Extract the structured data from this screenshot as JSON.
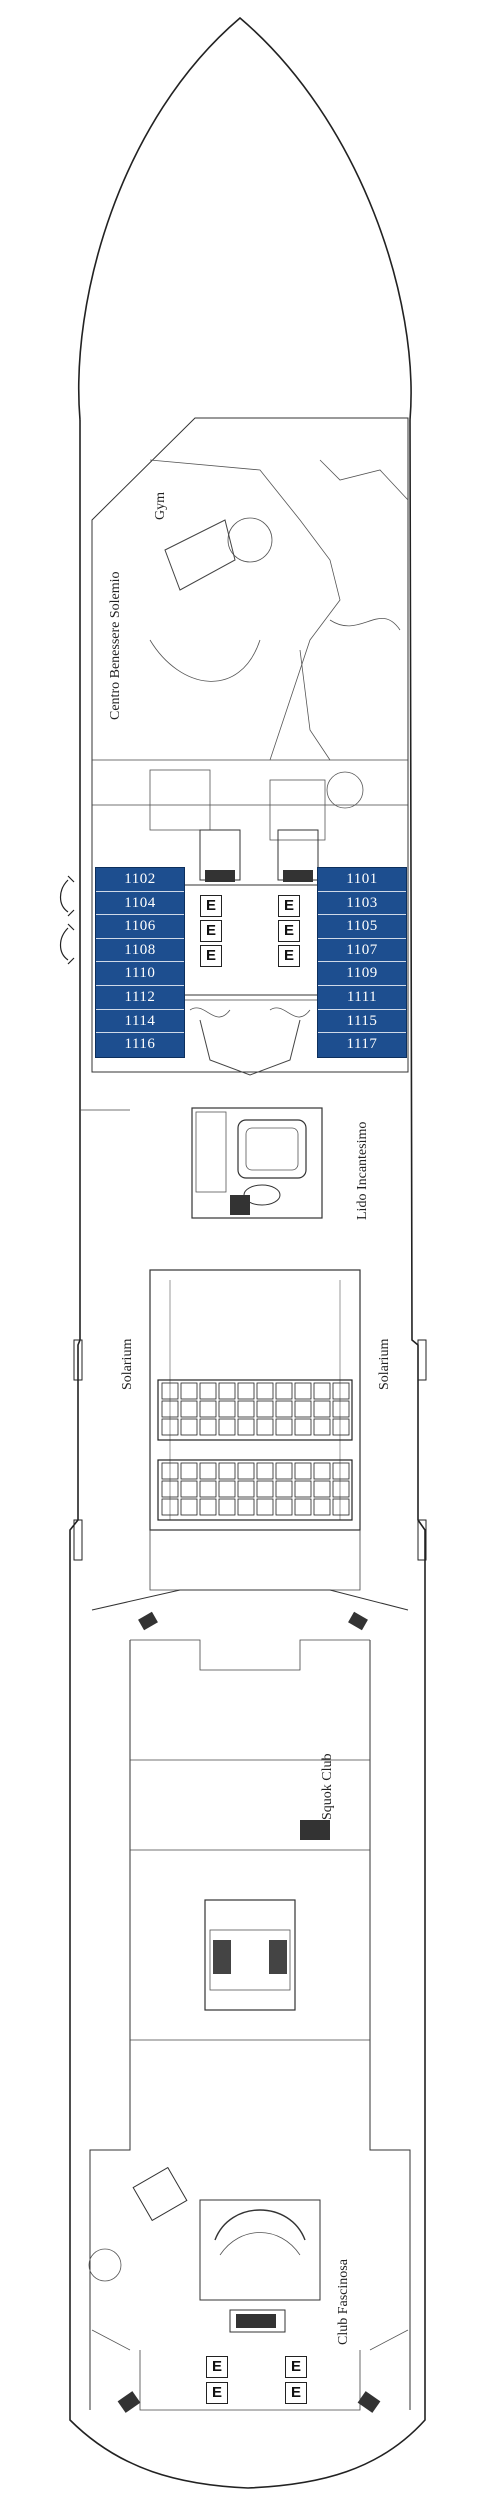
{
  "areas": {
    "spa": "Centro Benessere Solemio",
    "gym": "Gym",
    "lido": "Lido Incantesimo",
    "solarium_left": "Solarium",
    "solarium_right": "Solarium",
    "squok": "Squok Club",
    "club": "Club Fascinosa"
  },
  "cabins_left": [
    "1102",
    "1104",
    "1106",
    "1108",
    "1110",
    "1112",
    "1114",
    "1116"
  ],
  "cabins_right": [
    "1101",
    "1103",
    "1105",
    "1107",
    "1109",
    "1111",
    "1115",
    "1117"
  ],
  "elevator_label": "E",
  "colors": {
    "cabin": "#1d4e8f",
    "outline": "#222222"
  }
}
